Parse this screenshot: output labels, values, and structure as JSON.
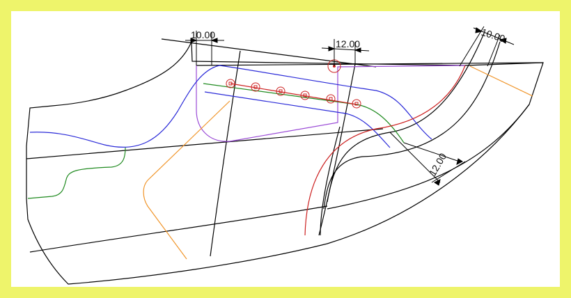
{
  "dimensions": [
    {
      "id": "dim-top-left",
      "text": "10.00"
    },
    {
      "id": "dim-top-mid",
      "text": "12.00"
    },
    {
      "id": "dim-top-right",
      "text": "10.00"
    },
    {
      "id": "dim-lower-right",
      "text": "12.00"
    }
  ],
  "colors": {
    "outline": "#000000",
    "blue": "#2a2ad8",
    "green": "#1f8a1f",
    "red": "#cc1f1f",
    "orange": "#f0952a",
    "purple": "#9a4ad6",
    "border": "#eef46b"
  },
  "control_points": 6
}
